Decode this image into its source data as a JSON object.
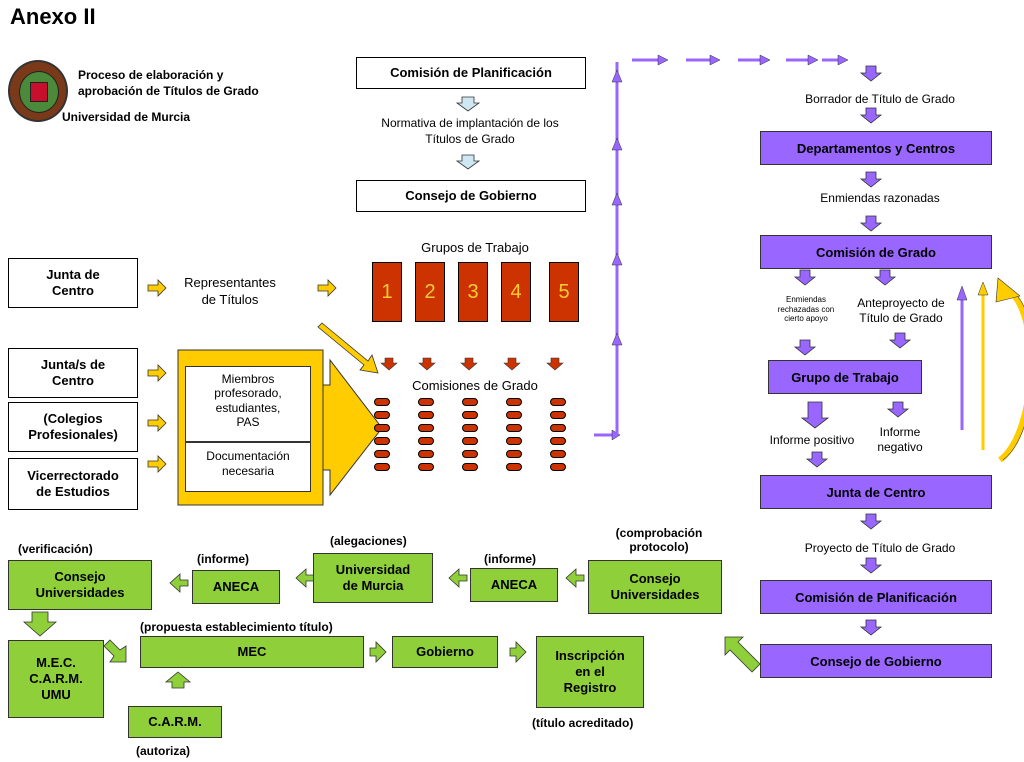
{
  "header": {
    "title": "Anexo II",
    "subtitle_line1": "Proceso de elaboración y",
    "subtitle_line2": "aprobación de Títulos de Grado",
    "university": "Universidad de Murcia",
    "logo_icon": "university-seal-icon"
  },
  "center_top": {
    "comision_planificacion": "Comisión de Planificación",
    "normativa_line1": "Normativa de implantación de los",
    "normativa_line2": "Títulos de Grado",
    "consejo_gobierno": "Consejo de Gobierno"
  },
  "left_column": {
    "junta_centro_1": "Junta de",
    "junta_centro_2": "Centro",
    "representantes_1": "Representantes",
    "representantes_2": "de Títulos",
    "juntas_centro_1": "Junta/s de",
    "juntas_centro_2": "Centro",
    "colegios_1": "(Colegios",
    "colegios_2": "Profesionales)",
    "vicerrectorado_1": "Vicerrectorado",
    "vicerrectorado_2": "de Estudios",
    "miembros_1": "Miembros",
    "miembros_2": "profesorado,",
    "miembros_3": "estudiantes,",
    "miembros_4": "PAS",
    "documentacion_1": "Documentación",
    "documentacion_2": "necesaria"
  },
  "grupos": {
    "title": "Grupos de Trabajo",
    "numbers": [
      "1",
      "2",
      "3",
      "4",
      "5"
    ],
    "comisiones": "Comisiones de Grado"
  },
  "right_column": {
    "borrador": "Borrador de Título de Grado",
    "departamentos": "Departamentos y Centros",
    "enmiendas": "Enmiendas razonadas",
    "comision_grado": "Comisión de Grado",
    "enm_rech_1": "Enmiendas",
    "enm_rech_2": "rechazadas con",
    "enm_rech_3": "cierto apoyo",
    "anteproyecto_1": "Anteproyecto de",
    "anteproyecto_2": "Título de Grado",
    "grupo_trabajo": "Grupo de Trabajo",
    "informe_positivo": "Informe positivo",
    "informe_negativo_1": "Informe",
    "informe_negativo_2": "negativo",
    "junta_centro": "Junta de Centro",
    "proyecto": "Proyecto de Título de Grado",
    "comision_planificacion": "Comisión de Planificación",
    "consejo_gobierno": "Consejo de Gobierno"
  },
  "bottom": {
    "verificacion": "(verificación)",
    "consejo_univ_left_1": "Consejo",
    "consejo_univ_left_2": "Universidades",
    "informe_left": "(informe)",
    "aneca_left": "ANECA",
    "alegaciones": "(alegaciones)",
    "univ_murcia_1": "Universidad",
    "univ_murcia_2": "de Murcia",
    "informe_right": "(informe)",
    "aneca_right": "ANECA",
    "comprobacion_1": "(comprobación",
    "comprobacion_2": "protocolo)",
    "consejo_univ_right_1": "Consejo",
    "consejo_univ_right_2": "Universidades",
    "mec_carm_1": "M.E.C.",
    "mec_carm_2": "C.A.R.M.",
    "mec_carm_3": "UMU",
    "propuesta": "(propuesta establecimiento título)",
    "mec": "MEC",
    "gobierno": "Gobierno",
    "inscripcion_1": "Inscripción",
    "inscripcion_2": "en el",
    "inscripcion_3": "Registro",
    "titulo_acreditado": "(título acreditado)",
    "carm": "C.A.R.M.",
    "autoriza": "(autoriza)"
  },
  "colors": {
    "purple": "#9966ff",
    "green": "#8fcf3a",
    "red": "#cc3300",
    "yellow": "#ffcc00"
  }
}
